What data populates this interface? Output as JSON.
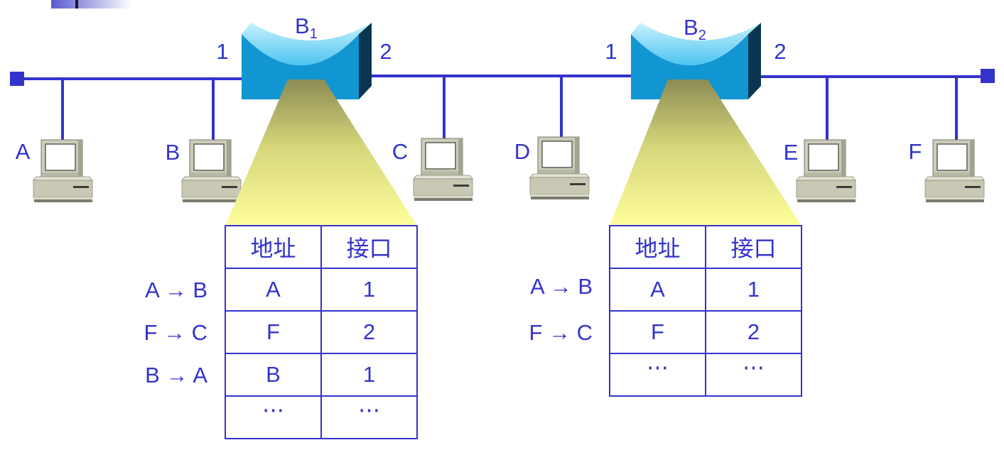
{
  "colors": {
    "line": "#3333CC",
    "text": "#3333CC",
    "bridge_front": "#1296D2",
    "bridge_side": "#0B3652",
    "bridge_top": "#4DC3F0",
    "beam_top": "#8C8C55",
    "beam_mid": "#D4D47A",
    "beam_bottom": "#FFFF9C"
  },
  "bridges": [
    {
      "name": "B",
      "subscript": "1",
      "port_left": "1",
      "port_right": "2"
    },
    {
      "name": "B",
      "subscript": "2",
      "port_left": "1",
      "port_right": "2"
    }
  ],
  "hosts": [
    "A",
    "B",
    "C",
    "D",
    "E",
    "F"
  ],
  "tables": [
    {
      "header": {
        "address": "地址",
        "port": "接口"
      },
      "rows": [
        {
          "address": "A",
          "port": "1"
        },
        {
          "address": "F",
          "port": "2"
        },
        {
          "address": "B",
          "port": "1"
        },
        {
          "address": "⋯",
          "port": "⋯"
        }
      ],
      "frames": [
        "A → B",
        "F → C",
        "B → A"
      ]
    },
    {
      "header": {
        "address": "地址",
        "port": "接口"
      },
      "rows": [
        {
          "address": "A",
          "port": "1"
        },
        {
          "address": "F",
          "port": "2"
        },
        {
          "address": "⋯",
          "port": "⋯"
        }
      ],
      "frames": [
        "A → B",
        "F → C"
      ]
    }
  ]
}
